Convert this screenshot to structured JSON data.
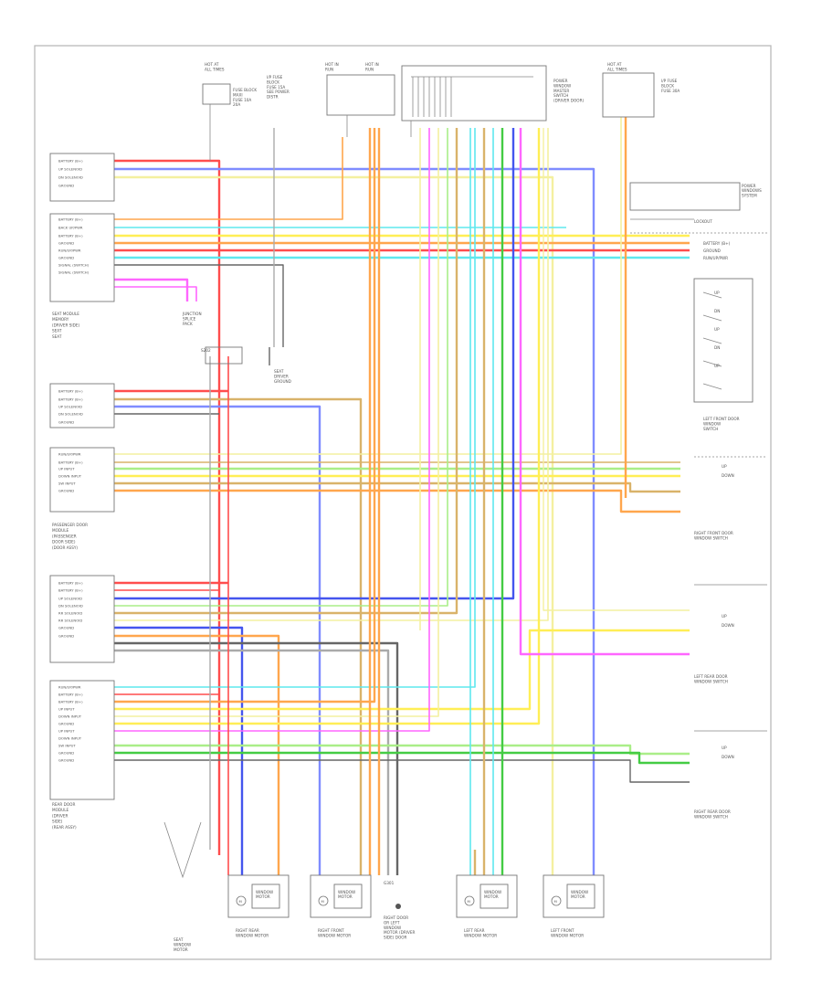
{
  "footer_code": "",
  "wire_colors": {
    "red": "#ff4d4d",
    "blue": "#7f8cff",
    "orange": "#ffa64d",
    "yellow": "#ffee55",
    "cyan": "#5ee8ee",
    "magenta": "#ff66ff",
    "darkblue": "#4455ee",
    "green": "#44cc44",
    "black": "#666666",
    "grey": "#aaaaaa",
    "tan": "#d9b36a",
    "lightgreen": "#aaee88",
    "ltyellow": "#f4f0a0",
    "violet": "#cc99ff"
  },
  "modules": {
    "left_top": {
      "pins": [
        "BATTERY (B+)",
        "UP SOLENOID",
        "DN SOLENOID",
        "GROUND",
        "",
        "BATTERY (B+)",
        "BACK UP/PWR",
        "BATTERY (B+)",
        "GROUND",
        "RUN/UP/PWR",
        "GROUND",
        "SIGNAL (SWITCH)",
        "SIGNAL (SWITCH)"
      ],
      "caption": [
        "SEAT MODULE",
        "MEMORY",
        "(DRIVER SIDE)",
        "SEAT",
        "SEAT"
      ]
    },
    "left_mid": {
      "pins": [
        "BATTERY (B+)",
        "BATTERY (B+)",
        "UP SOLENOID",
        "DN SOLENOID",
        "GROUND",
        "",
        "RUN/UP/PWR",
        "BATTERY (B+)",
        "UP INPUT",
        "DOWN INPUT",
        "SW INPUT",
        "GROUND"
      ],
      "caption": [
        "PASSENGER DOOR",
        "MODULE",
        "(PASSENGER",
        "DOOR SIDE)",
        "(DOOR ASSY)"
      ]
    },
    "left_bot": {
      "pins": [
        "BATTERY (B+)",
        "BATTERY (B+)",
        "UP SOLENOID",
        "DN SOLENOID",
        "RR SOLENOID",
        "RR SOLENOID",
        "GROUND",
        "GROUND",
        "",
        "RUN/UP/PWR",
        "BATTERY (B+)",
        "BATTERY (B+)",
        "UP INPUT",
        "DOWN INPUT",
        "GROUND",
        "UP INPUT",
        "DOWN INPUT",
        "SW INPUT",
        "GROUND",
        "GROUND"
      ],
      "caption": [
        "REAR DOOR",
        "MODULE",
        "(DRIVER",
        "SIDE)",
        "(REAR ASSY)"
      ]
    }
  },
  "top_labels": {
    "fuse_a": [
      "HOT AT",
      "ALL TIMES"
    ],
    "fuse_a_text": [
      "FUSE BLOCK",
      "MAXI",
      "FUSE 10A",
      "20A"
    ],
    "fuse_b": [
      "HOT IN",
      "RUN"
    ],
    "fuse_b_text": [
      "I/P FUSE",
      "BLOCK",
      "FUSE 15A",
      "SEE POWER",
      "DISTR"
    ],
    "fuse_c": [
      "HOT IN",
      "RUN"
    ],
    "center_box": [
      "POWER",
      "WINDOW",
      "MASTER",
      "SWITCH",
      "(DRIVER DOOR)"
    ],
    "right_fuse": [
      "HOT AT",
      "ALL TIMES"
    ],
    "right_fuse_text": [
      "I/P FUSE",
      "BLOCK",
      "FUSE 30A"
    ]
  },
  "right_labels": {
    "top_ref": [
      "POWER",
      "WINDOWS",
      "SYSTEM"
    ],
    "lock_switch": "LOCKOUT",
    "battery": [
      "BATTERY (B+)",
      "GROUND",
      "RUN/UP/PWR"
    ],
    "switch_block": [
      "UP",
      "DN",
      "UP",
      "DN",
      "UP"
    ],
    "rf_switch_title": [
      "LEFT FRONT DOOR",
      "WINDOW",
      "SWITCH"
    ],
    "rf_switch_pins": [
      "UP",
      "DOWN"
    ],
    "rf_caption": [
      "RIGHT FRONT DOOR",
      "WINDOW SWITCH"
    ],
    "lr_switch_pins": [
      "UP",
      "DOWN"
    ],
    "lr_caption": [
      "LEFT REAR DOOR",
      "WINDOW SWITCH"
    ],
    "rr_switch_pins": [
      "UP",
      "DOWN"
    ],
    "rr_caption": [
      "RIGHT REAR DOOR",
      "WINDOW SWITCH"
    ]
  },
  "bottom_labels": {
    "ground": [
      "SEAT",
      "WINDOW",
      "MOTOR"
    ],
    "motor_1": [
      "RIGHT REAR",
      "WINDOW MOTOR"
    ],
    "motor_2": [
      "RIGHT FRONT",
      "WINDOW MOTOR"
    ],
    "motor_3": [
      "RIGHT DOOR",
      "OR LEFT",
      "WINDOW",
      "MOTOR (DRIVER",
      "SIDE) DOOR"
    ],
    "motor_4": [
      "LEFT REAR",
      "WINDOW MOTOR"
    ],
    "motor_5": [
      "LEFT FRONT",
      "WINDOW MOTOR"
    ],
    "motor_inner": [
      "WINDOW",
      "MOTOR"
    ],
    "ground_label": "G301",
    "motor_label": "M"
  },
  "misc": {
    "splice_1": [
      "JUNCTION",
      "SPLICE",
      "PACK"
    ],
    "splice_2": [
      "SEAT",
      "DRIVER",
      "GROUND"
    ],
    "s_label": "S202"
  }
}
